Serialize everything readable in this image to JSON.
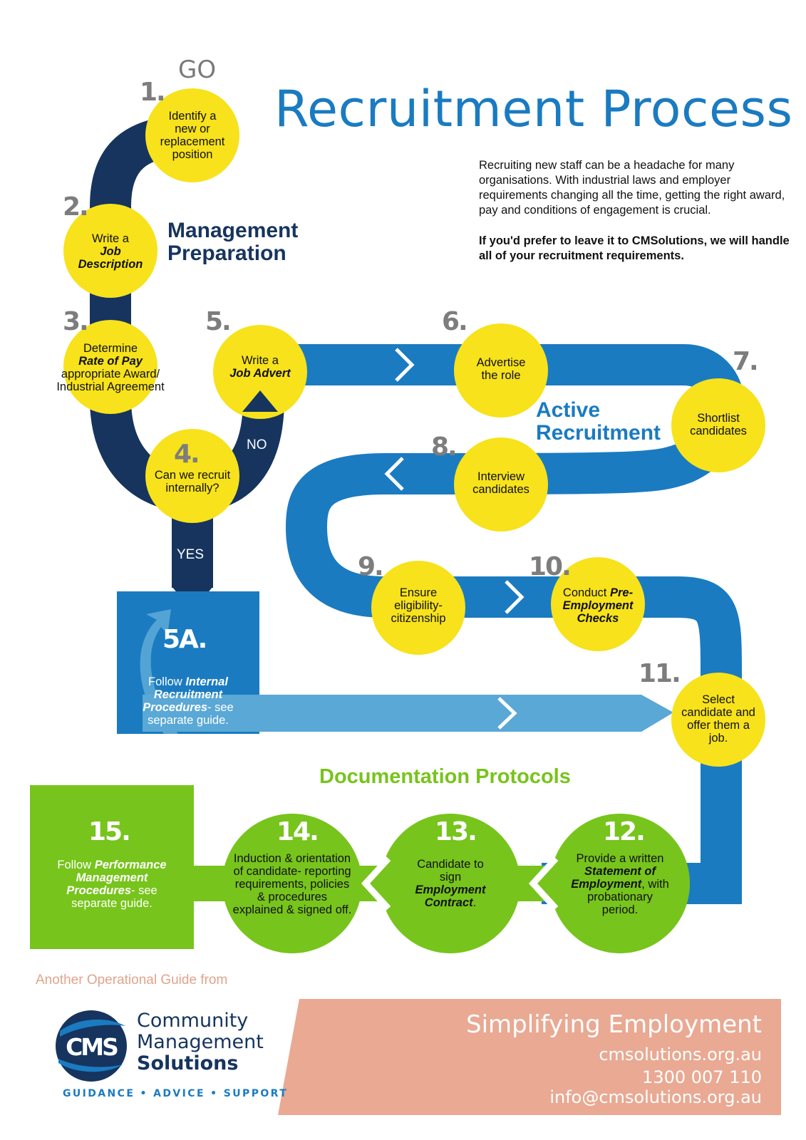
{
  "title": "Recruitment Process",
  "go_label": "GO",
  "intro": {
    "paragraph": "Recruiting new staff can be a headache for many organisations. With industrial laws and employer requirements changing all the time, getting the right award, pay and conditions of engagement is crucial.",
    "bold": "If you'd prefer to leave it to CMSolutions, we will handle all of your recruitment requirements."
  },
  "sections": {
    "management": [
      "Management",
      "Preparation"
    ],
    "active": [
      "Active",
      "Recruitment"
    ],
    "documentation": "Documentation Protocols"
  },
  "decision": {
    "no": "NO",
    "yes": "YES"
  },
  "steps": {
    "s1": {
      "num": "1.",
      "lines": [
        "Identify a",
        "new or",
        "replacement",
        "position"
      ]
    },
    "s2": {
      "num": "2.",
      "lines": [
        "Write a",
        "Job",
        "Description"
      ]
    },
    "s3": {
      "num": "3.",
      "lines": [
        "Determine",
        "Rate of Pay",
        "appropriate Award/",
        "Industrial Agreement"
      ]
    },
    "s4": {
      "num": "4.",
      "lines": [
        "Can we recruit",
        "internally?"
      ]
    },
    "s5": {
      "num": "5.",
      "lines": [
        "Write a",
        "Job Advert"
      ]
    },
    "s5a": {
      "num": "5A.",
      "lines": [
        "Follow",
        "Internal",
        "Recruitment",
        "Procedures",
        "- see",
        "separate guide."
      ]
    },
    "s6": {
      "num": "6.",
      "lines": [
        "Advertise",
        "the role"
      ]
    },
    "s7": {
      "num": "7.",
      "lines": [
        "Shortlist",
        "candidates"
      ]
    },
    "s8": {
      "num": "8.",
      "lines": [
        "Interview",
        "candidates"
      ]
    },
    "s9": {
      "num": "9.",
      "lines": [
        "Ensure",
        "eligibility-",
        "citizenship"
      ]
    },
    "s10": {
      "num": "10.",
      "lines": [
        "Conduct",
        "Pre-",
        "Employment",
        "Checks"
      ]
    },
    "s11": {
      "num": "11.",
      "lines": [
        "Select",
        "candidate and",
        "offer them a",
        "job."
      ]
    },
    "s12": {
      "num": "12.",
      "lines": [
        "Provide a written",
        "Statement of",
        "Employment",
        ", with",
        "probationary",
        "period."
      ]
    },
    "s13": {
      "num": "13.",
      "lines": [
        "Candidate to",
        "sign",
        "Employment",
        "Contract",
        "."
      ]
    },
    "s14": {
      "num": "14.",
      "lines": [
        "Induction & orientation",
        "of candidate- reporting",
        "requirements, policies",
        "& procedures",
        "explained & signed off."
      ]
    },
    "s15": {
      "num": "15.",
      "lines": [
        "Follow",
        "Performance",
        "Management",
        "Procedures",
        "- see",
        "separate guide."
      ]
    }
  },
  "footer": {
    "from": "Another Operational Guide from",
    "logo_text": "CMS",
    "brand": [
      "Community",
      "Management",
      "Solutions"
    ],
    "tagline": "GUIDANCE • ADVICE • SUPPORT",
    "slogan": "Simplifying Employment",
    "website": "cmsolutions.org.au",
    "phone": "1300 007 110",
    "email": "info@cmsolutions.org.au"
  },
  "colors": {
    "navy": "#16345e",
    "blue": "#1a7bc1",
    "light_blue": "#5aa8d6",
    "yellow": "#f7e21c",
    "green": "#77c41c",
    "salmon": "#e9a993",
    "grey": "#7d7d7d"
  }
}
